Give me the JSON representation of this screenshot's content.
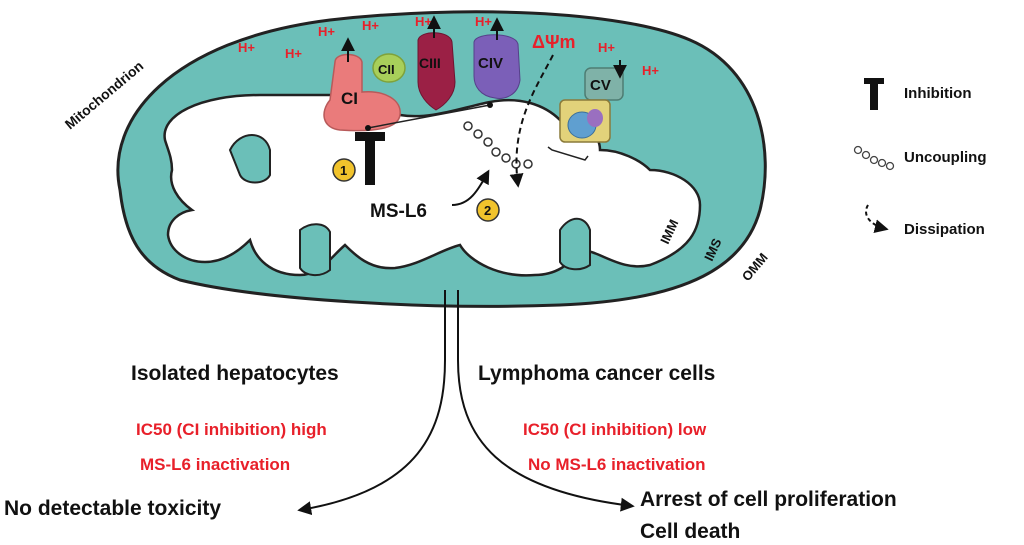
{
  "mitochondrion": {
    "label": "Mitochondrion",
    "proton_label": "H+",
    "complexes": {
      "ci": "CI",
      "cii": "CII",
      "ciii": "CIII",
      "civ": "CIV",
      "cv": "CV"
    },
    "membrane_potential": "ΔΨm",
    "membranes": {
      "imm": "IMM",
      "ims": "IMS",
      "omm": "OMM"
    },
    "drug": "MS-L6",
    "step_1": "1",
    "step_2": "2"
  },
  "legend": {
    "inhibition": "Inhibition",
    "uncoupling": "Uncoupling",
    "dissipation": "Dissipation"
  },
  "left_branch": {
    "title": "Isolated hepatocytes",
    "line1": "IC50 (CI inhibition) high",
    "line2": "MS-L6 inactivation",
    "outcome": "No detectable toxicity"
  },
  "right_branch": {
    "title": "Lymphoma cancer cells",
    "line1": "IC50 (CI inhibition) low",
    "line2": "No MS-L6 inactivation",
    "outcome1": "Arrest of cell proliferation",
    "outcome2": "Cell death"
  },
  "colors": {
    "matrix_teal": "#6bbfb8",
    "text_red": "#e8202a",
    "ci": "#ea7b7b",
    "cii": "#a8cf5a",
    "ciii": "#9b2045",
    "civ": "#7b5fb8",
    "badge": "#f1c32c"
  }
}
